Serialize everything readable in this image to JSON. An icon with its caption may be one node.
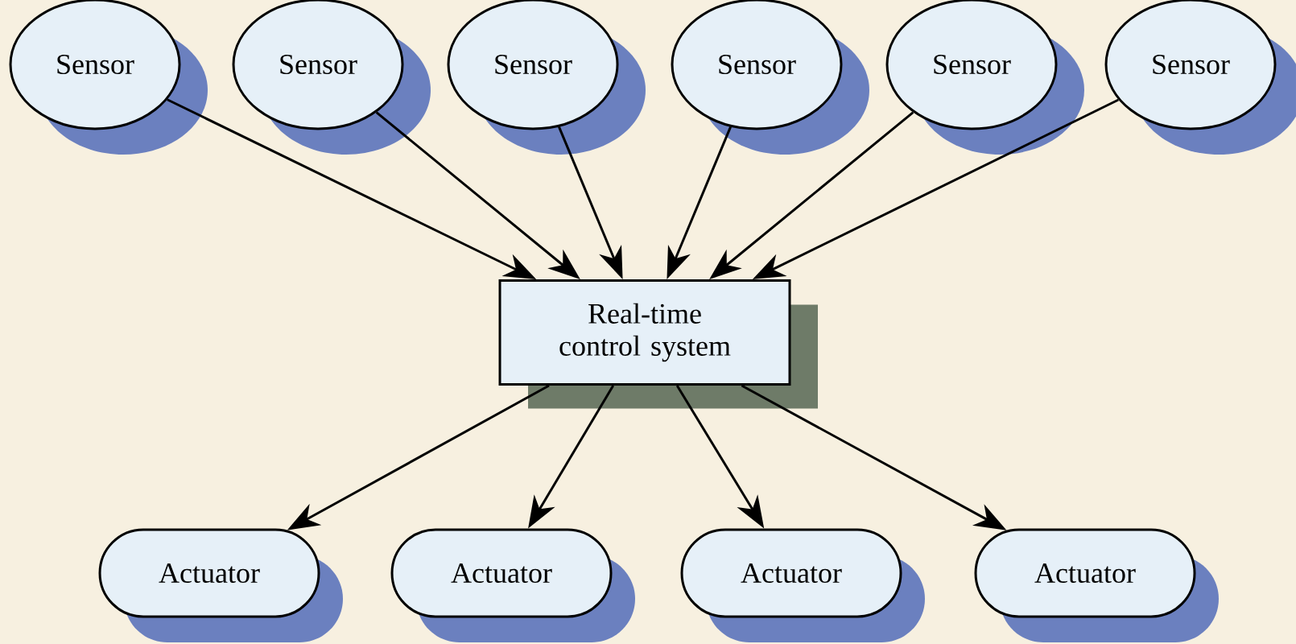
{
  "diagram": {
    "nodes": [
      {
        "text": [
          "Sensor"
        ]
      },
      {
        "text": [
          "Sensor"
        ]
      },
      {
        "text": [
          "Sensor"
        ]
      },
      {
        "text": [
          "Sensor"
        ]
      },
      {
        "text": [
          "Sensor"
        ]
      },
      {
        "text": [
          "Sensor"
        ]
      },
      {
        "text": [
          "Real-time control system"
        ]
      },
      {
        "text": [
          "Actuator"
        ]
      },
      {
        "text": [
          "Actuator"
        ]
      },
      {
        "text": [
          "Actuator"
        ]
      },
      {
        "text": [
          "Actuator"
        ]
      }
    ],
    "edges": [
      {
        "from": 0,
        "to": 6,
        "arrow": "to"
      },
      {
        "from": 1,
        "to": 6,
        "arrow": "to"
      },
      {
        "from": 2,
        "to": 6,
        "arrow": "to"
      },
      {
        "from": 3,
        "to": 6,
        "arrow": "to"
      },
      {
        "from": 4,
        "to": 6,
        "arrow": "to"
      },
      {
        "from": 5,
        "to": 6,
        "arrow": "to"
      },
      {
        "from": 6,
        "to": 7,
        "arrow": "to"
      },
      {
        "from": 6,
        "to": 8,
        "arrow": "to"
      },
      {
        "from": 6,
        "to": 9,
        "arrow": "to"
      },
      {
        "from": 6,
        "to": 10,
        "arrow": "to"
      }
    ]
  }
}
